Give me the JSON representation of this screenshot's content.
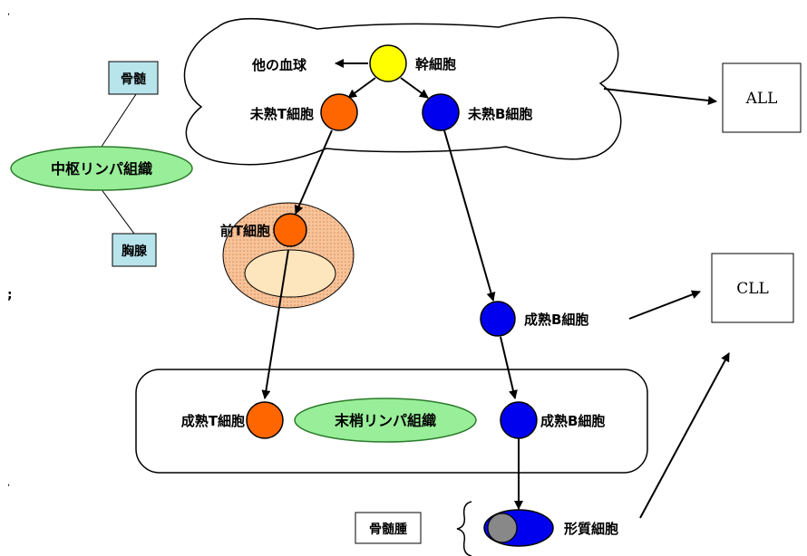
{
  "diagram": {
    "labels": {
      "stem_cell": "幹細胞",
      "other_blood_cells": "他の血球",
      "immature_t": "未熟T細胞",
      "immature_b": "未熟B細胞",
      "bone_marrow": "骨髄",
      "thymus": "胸腺",
      "central_lymphoid": "中枢リンパ組織",
      "pre_t": "前T細胞",
      "mature_b_1": "成熟B細胞",
      "mature_t": "成熟T細胞",
      "peripheral_lymphoid": "末梢リンパ組織",
      "mature_b_2": "成熟B細胞",
      "myeloma": "骨髄腫",
      "plasma_cell": "形質細胞",
      "all": "ALL",
      "cll": "CLL"
    },
    "colors": {
      "stem": "#ffff00",
      "t_cell": "#ff6600",
      "b_cell": "#0000ee",
      "tissue_green": "#99ee99",
      "box_blue": "#b8e4ec",
      "thymus_peach": "#f4b98c",
      "plasma_gray": "#888888"
    }
  }
}
